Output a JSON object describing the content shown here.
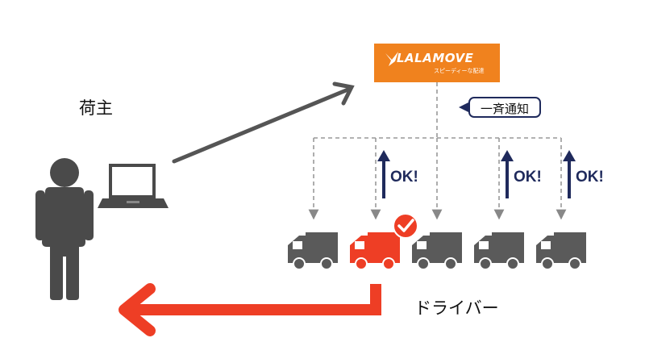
{
  "labels": {
    "shipper": "荷主",
    "driver": "ドライバー"
  },
  "logo": {
    "name": "LALAMOVE",
    "tagline": "スピーディーな配達",
    "color": "#f0821e"
  },
  "notification": {
    "text": "一斉通知"
  },
  "responses": {
    "ok_1": "OK!",
    "ok_2": "OK!",
    "ok_3": "OK!"
  },
  "trucks": [
    {
      "state": "default",
      "color": "#5a5a5a"
    },
    {
      "state": "selected",
      "color": "#ee3e25",
      "badge": "check-icon"
    },
    {
      "state": "default",
      "color": "#5a5a5a"
    },
    {
      "state": "default",
      "color": "#5a5a5a"
    },
    {
      "state": "default",
      "color": "#5a5a5a"
    }
  ],
  "colors": {
    "dark_gray": "#555555",
    "accent_red": "#ee3e25",
    "navy": "#1f2a5c"
  }
}
